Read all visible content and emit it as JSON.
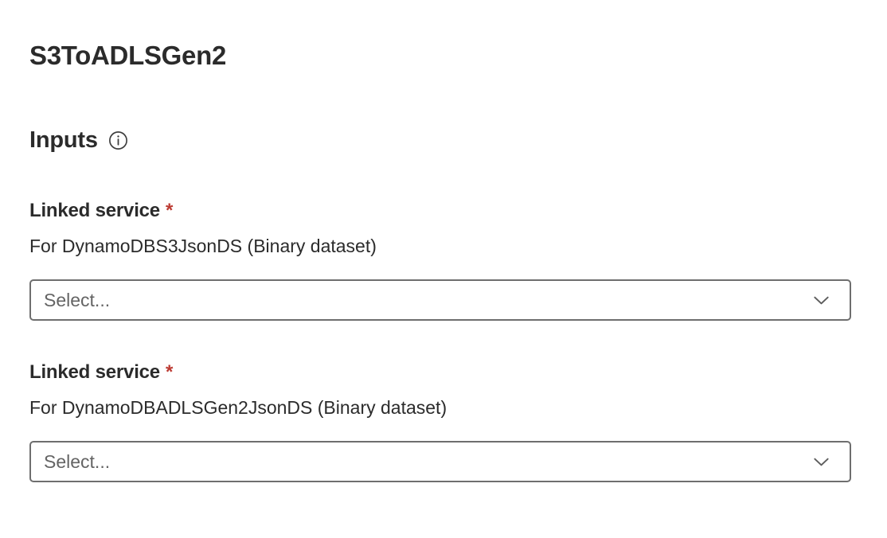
{
  "page": {
    "title": "S3ToADLSGen2",
    "section_heading": "Inputs"
  },
  "icons": {
    "info": "info-circle-icon",
    "dropdown": "chevron-down-icon"
  },
  "fields": [
    {
      "label": "Linked service",
      "required_mark": "*",
      "description": "For DynamoDBS3JsonDS (Binary dataset)",
      "dropdown_placeholder": "Select..."
    },
    {
      "label": "Linked service",
      "required_mark": "*",
      "description": "For DynamoDBADLSGen2JsonDS (Binary dataset)",
      "dropdown_placeholder": "Select..."
    }
  ],
  "colors": {
    "text": "#2b2b2b",
    "required_asterisk": "#bc3a32",
    "placeholder_text": "#646464",
    "dropdown_border": "#6e6e6e",
    "background": "#ffffff"
  }
}
